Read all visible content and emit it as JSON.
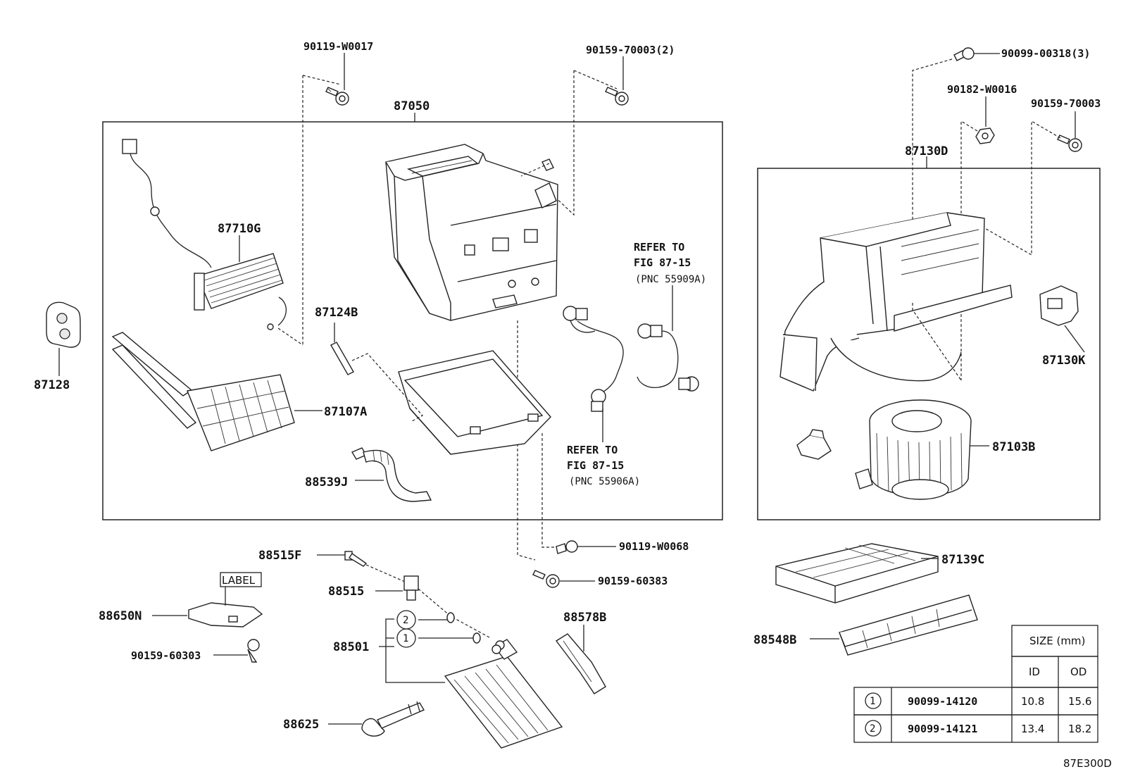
{
  "labels": {
    "p_90119_W0017": "90119-W0017",
    "p_90159_70003_2": "90159-70003(2)",
    "p_90099_00318_3": "90099-00318(3)",
    "p_90182_W0016": "90182-W0016",
    "p_90159_70003": "90159-70003",
    "p_87050": "87050",
    "p_87130D": "87130D",
    "p_87710G": "87710G",
    "p_87124B": "87124B",
    "p_87128": "87128",
    "p_87107A": "87107A",
    "p_88539J": "88539J",
    "p_87130K": "87130K",
    "p_87103B": "87103B",
    "p_90119_W0068": "90119-W0068",
    "p_90159_60383": "90159-60383",
    "p_88515F": "88515F",
    "p_88515": "88515",
    "p_88650N": "88650N",
    "p_90159_60303": "90159-60303",
    "p_88501": "88501",
    "p_88578B": "88578B",
    "p_88625": "88625",
    "p_87139C": "87139C",
    "p_88548B": "88548B",
    "label_tag": "LABEL",
    "figure_code": "87E300D"
  },
  "refer_notes": [
    {
      "line1": "REFER TO",
      "line2": "FIG 87-15",
      "line3": "(PNC 55909A)"
    },
    {
      "line1": "REFER TO",
      "line2": "FIG 87-15",
      "line3": "(PNC 55906A)"
    }
  ],
  "callouts": [
    "1",
    "2"
  ],
  "size_table": {
    "header": "SIZE (mm)",
    "col_id": "ID",
    "col_od": "OD",
    "rows": [
      {
        "mark": "1",
        "part_no": "90099-14120",
        "id": "10.8",
        "od": "15.6"
      },
      {
        "mark": "2",
        "part_no": "90099-14121",
        "id": "13.4",
        "od": "18.2"
      }
    ]
  }
}
